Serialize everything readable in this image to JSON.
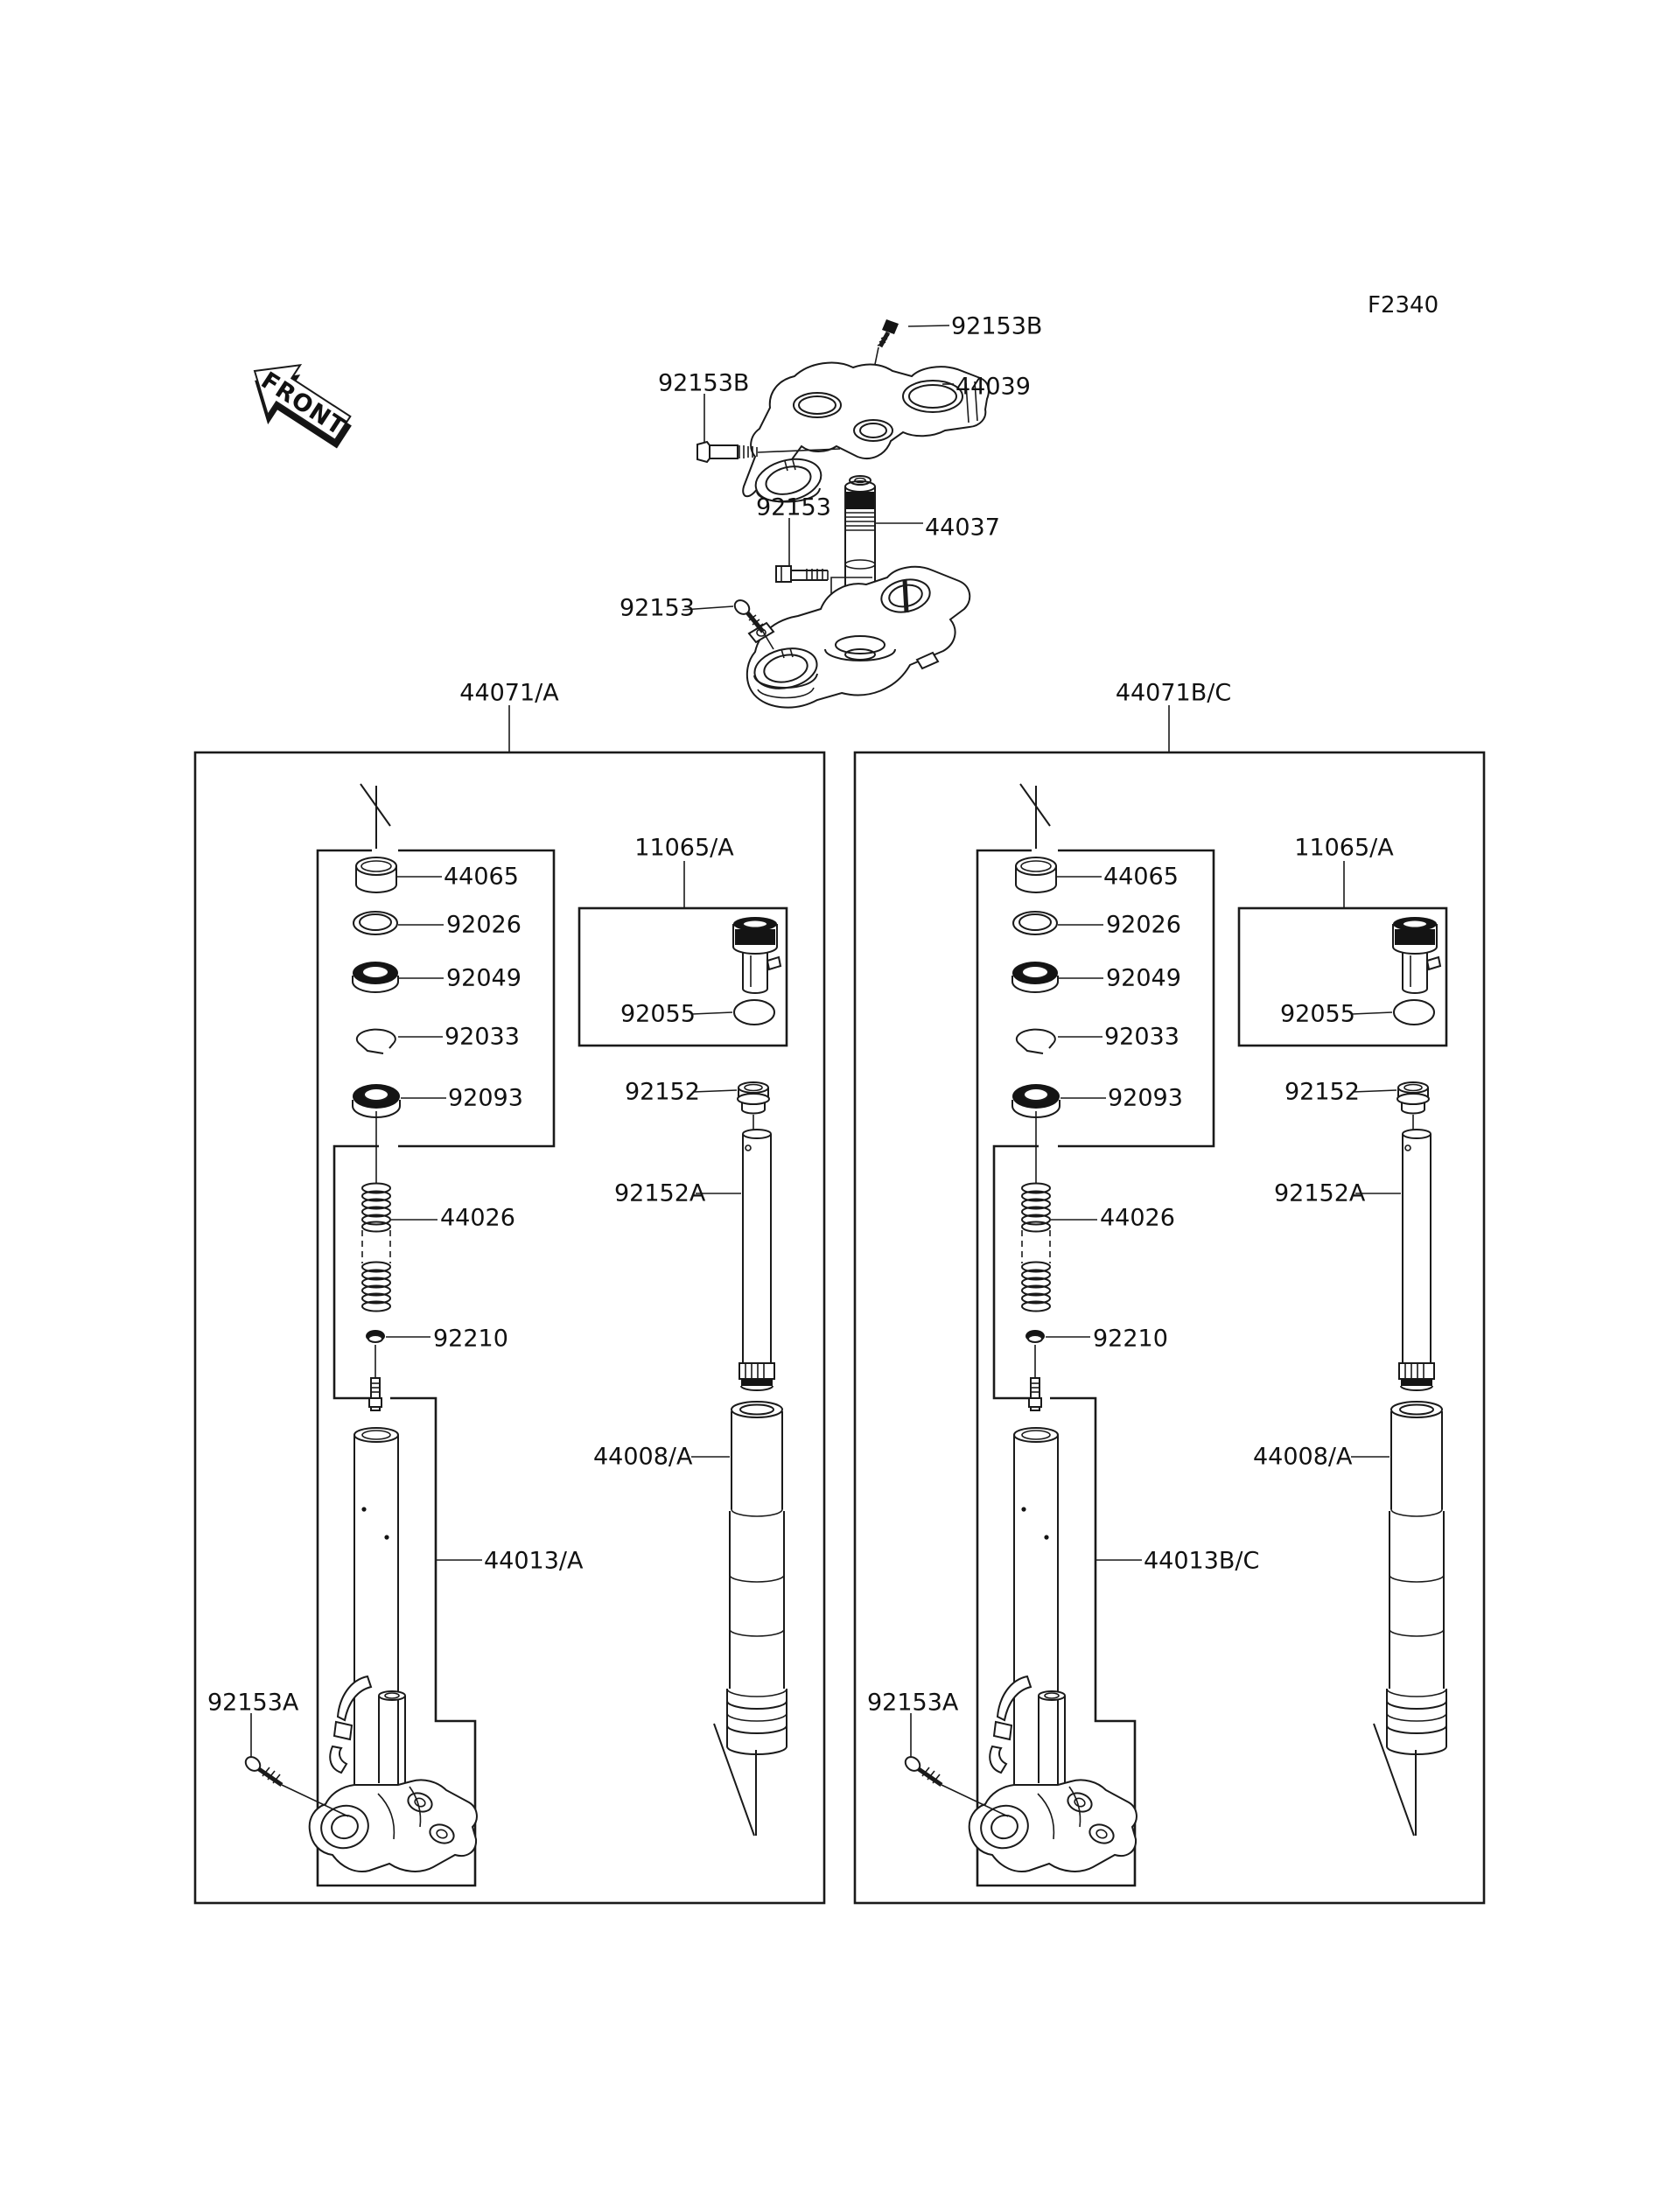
{
  "page": {
    "diagram_code": "F2340",
    "front_marker": "FRONT",
    "ink_color": "#1a1a1a",
    "background_color": "#ffffff"
  },
  "steering": {
    "top_bolt_label": "92153B",
    "left_bolt_label": "92153B",
    "upper_clamp_label": "44039",
    "stem_bolt_label": "92153",
    "stem_label": "44037",
    "lower_bolt_label": "92153"
  },
  "fork_left": {
    "group_label": "44071/A",
    "seal_kit": [
      "44065",
      "92026",
      "92049",
      "92033",
      "92093"
    ],
    "spring_label": "44026",
    "valve_label": "92210",
    "inner_tube_label": "44013/A",
    "axle_bolt_label": "92153A",
    "cap_kit_label": "11065/A",
    "oring_label": "92055",
    "cap_label": "92152",
    "damper_rod_label": "92152A",
    "outer_tube_label": "44008/A"
  },
  "fork_right": {
    "group_label": "44071B/C",
    "seal_kit": [
      "44065",
      "92026",
      "92049",
      "92033",
      "92093"
    ],
    "spring_label": "44026",
    "valve_label": "92210",
    "inner_tube_label": "44013B/C",
    "axle_bolt_label": "92153A",
    "cap_kit_label": "11065/A",
    "oring_label": "92055",
    "cap_label": "92152",
    "damper_rod_label": "92152A",
    "outer_tube_label": "44008/A"
  }
}
